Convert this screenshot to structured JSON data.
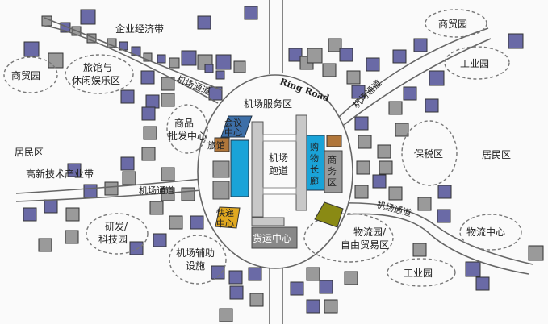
{
  "colors": {
    "office": "#6a6aa6",
    "building": "#9a9a9a",
    "road": "#666666",
    "conference": "#3d6fa8",
    "hotel": "#b0763a",
    "shopping": "#1aa3d8",
    "express": "#e0a820",
    "cargo": "#888888",
    "olive": "#8a8a14"
  },
  "labels": {
    "enterprise_belt": "企业经济带",
    "trade_park_left": "商贸园",
    "hotel_leisure": [
      "旅馆与",
      "休闲娱乐区"
    ],
    "airport_corridor": "机场通道",
    "ring_road": "Ring Road",
    "airport_service": "机场服务区",
    "conference_center": [
      "会议",
      "中心"
    ],
    "hotel": "旅馆",
    "runway": [
      "机场",
      "跑道"
    ],
    "shopping_mall": [
      "购",
      "物",
      "长",
      "廊"
    ],
    "business_district": [
      "商",
      "务",
      "区"
    ],
    "express_center": [
      "快递",
      "中心"
    ],
    "cargo_center": "货运中心",
    "wholesale": [
      "商品",
      "批发中心"
    ],
    "residential_left": "居民区",
    "high_tech_belt": "高新技术产业带",
    "rnd_park": [
      "研发/",
      "科技园"
    ],
    "airport_aux": [
      "机场辅助",
      "设施"
    ],
    "logistics_ftz": [
      "物流园/",
      "自由贸易区"
    ],
    "industrial_park_bottom": "工业园",
    "trade_park_right": "商贸园",
    "industrial_park_right": "工业园",
    "bonded_zone": "保税区",
    "residential_right": "居民区",
    "logistics_center": "物流中心"
  }
}
